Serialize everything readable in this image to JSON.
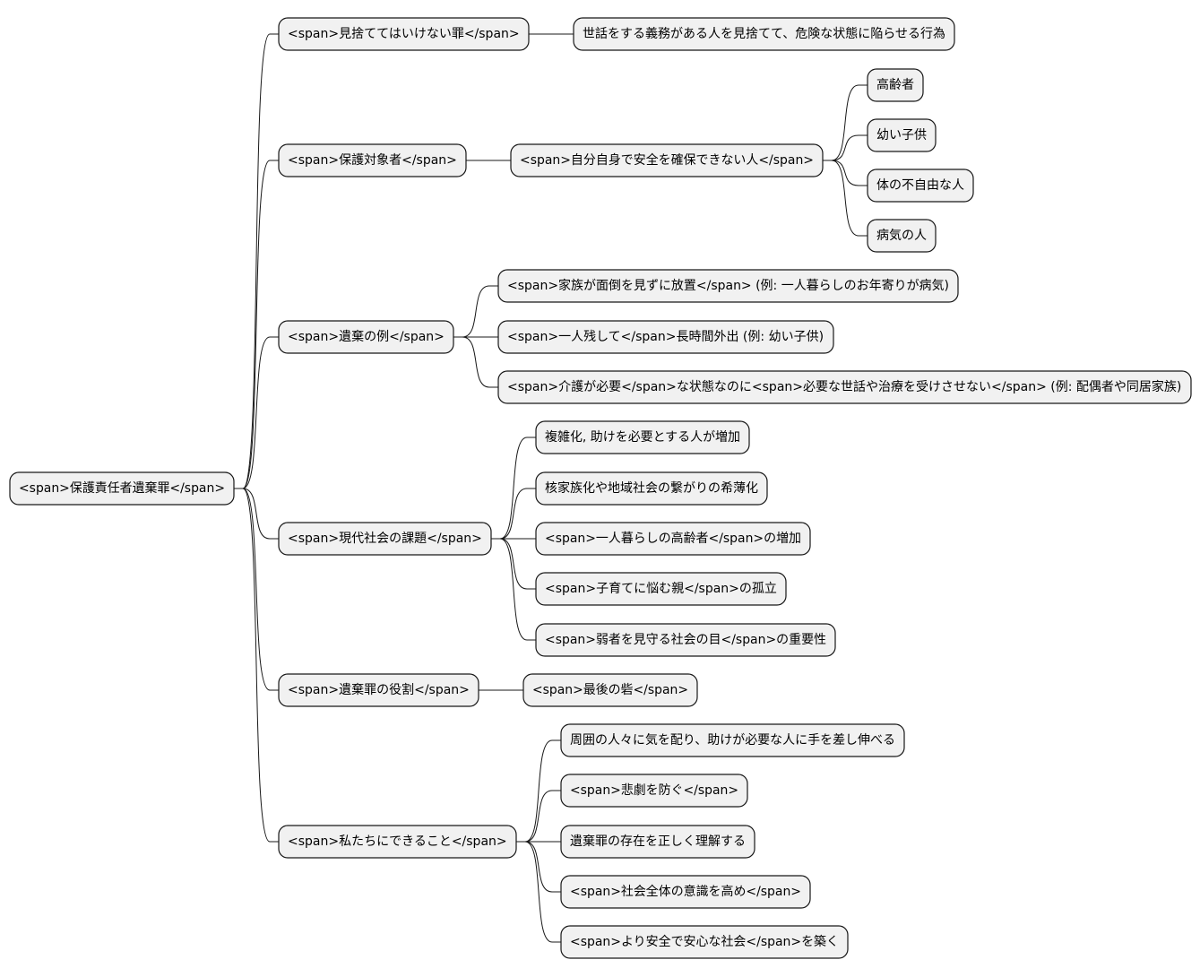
{
  "mindmap": {
    "root": {
      "id": "root",
      "label": "<span>保護責任者遺棄罪</span>",
      "children": [
        {
          "id": "n1",
          "label": "<span>見捨ててはいけない罪</span>",
          "children": [
            {
              "id": "n1a",
              "label": "世話をする義務がある人を見捨てて、危険な状態に陥らせる行為"
            }
          ]
        },
        {
          "id": "n2",
          "label": "<span>保護対象者</span>",
          "children": [
            {
              "id": "n2a",
              "label": "<span>自分自身で安全を確保できない人</span>",
              "children": [
                {
                  "id": "n2a1",
                  "label": "高齢者"
                },
                {
                  "id": "n2a2",
                  "label": "幼い子供"
                },
                {
                  "id": "n2a3",
                  "label": "体の不自由な人"
                },
                {
                  "id": "n2a4",
                  "label": "病気の人"
                }
              ]
            }
          ]
        },
        {
          "id": "n3",
          "label": "<span>遺棄の例</span>",
          "children": [
            {
              "id": "n3a",
              "label": "<span>家族が面倒を見ずに放置</span> (例: 一人暮らしのお年寄りが病気)"
            },
            {
              "id": "n3b",
              "label": "<span>一人残して</span>長時間外出 (例: 幼い子供)"
            },
            {
              "id": "n3c",
              "label": "<span>介護が必要</span>な状態なのに<span>必要な世話や治療を受けさせない</span> (例: 配偶者や同居家族)"
            }
          ]
        },
        {
          "id": "n4",
          "label": "<span>現代社会の課題</span>",
          "children": [
            {
              "id": "n4a",
              "label": "複雑化, 助けを必要とする人が増加"
            },
            {
              "id": "n4b",
              "label": "核家族化や地域社会の繋がりの希薄化"
            },
            {
              "id": "n4c",
              "label": "<span>一人暮らしの高齢者</span>の増加"
            },
            {
              "id": "n4d",
              "label": "<span>子育てに悩む親</span>の孤立"
            },
            {
              "id": "n4e",
              "label": "<span>弱者を見守る社会の目</span>の重要性"
            }
          ]
        },
        {
          "id": "n5",
          "label": "<span>遺棄罪の役割</span>",
          "children": [
            {
              "id": "n5a",
              "label": "<span>最後の砦</span>"
            }
          ]
        },
        {
          "id": "n6",
          "label": "<span>私たちにできること</span>",
          "children": [
            {
              "id": "n6a",
              "label": "周囲の人々に気を配り、助けが必要な人に手を差し伸べる"
            },
            {
              "id": "n6b",
              "label": "<span>悲劇を防ぐ</span>"
            },
            {
              "id": "n6c",
              "label": "遺棄罪の存在を正しく理解する"
            },
            {
              "id": "n6d",
              "label": "<span>社会全体の意識を高め</span>"
            },
            {
              "id": "n6e",
              "label": "<span>より安全で安心な社会</span>を築く"
            }
          ]
        }
      ]
    }
  }
}
